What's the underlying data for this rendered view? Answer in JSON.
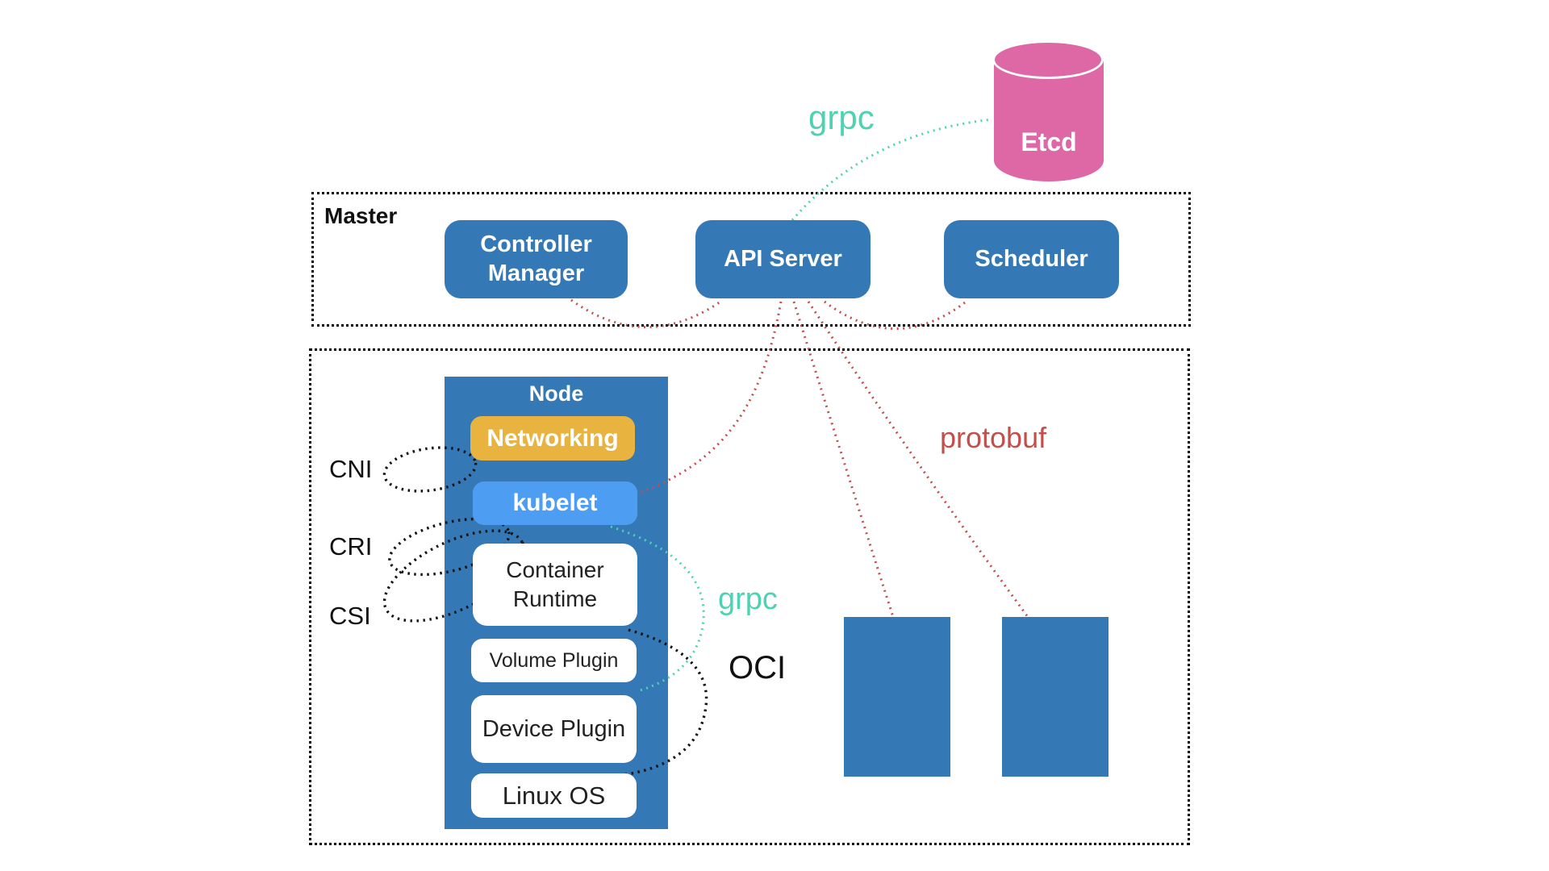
{
  "etcd": {
    "label": "Etcd"
  },
  "master": {
    "label": "Master",
    "components": [
      {
        "label": "Controller Manager"
      },
      {
        "label": "API Server"
      },
      {
        "label": "Scheduler"
      }
    ]
  },
  "node_cluster": {
    "node": {
      "label": "Node",
      "layers": [
        {
          "label": "Networking"
        },
        {
          "label": "kubelet"
        },
        {
          "label": "Container Runtime"
        },
        {
          "label": "Volume Plugin"
        },
        {
          "label": "Device Plugin"
        },
        {
          "label": "Linux OS"
        }
      ]
    },
    "interfaces": [
      {
        "label": "CNI"
      },
      {
        "label": "CRI"
      },
      {
        "label": "CSI"
      }
    ],
    "oci_label": "OCI",
    "worker_node_count": 2
  },
  "connections": {
    "etcd_api_protocol": "grpc",
    "kubelet_runtime_protocol": "grpc",
    "api_node_protocol": "protobuf"
  },
  "colors": {
    "primary_blue": "#3478b6",
    "kubelet_blue": "#4d9ef2",
    "networking_yellow": "#e8b33e",
    "etcd_pink": "#de68a6",
    "protobuf_red": "#c0504d",
    "grpc_teal": "#4ed2b2",
    "text_black": "#111111"
  }
}
